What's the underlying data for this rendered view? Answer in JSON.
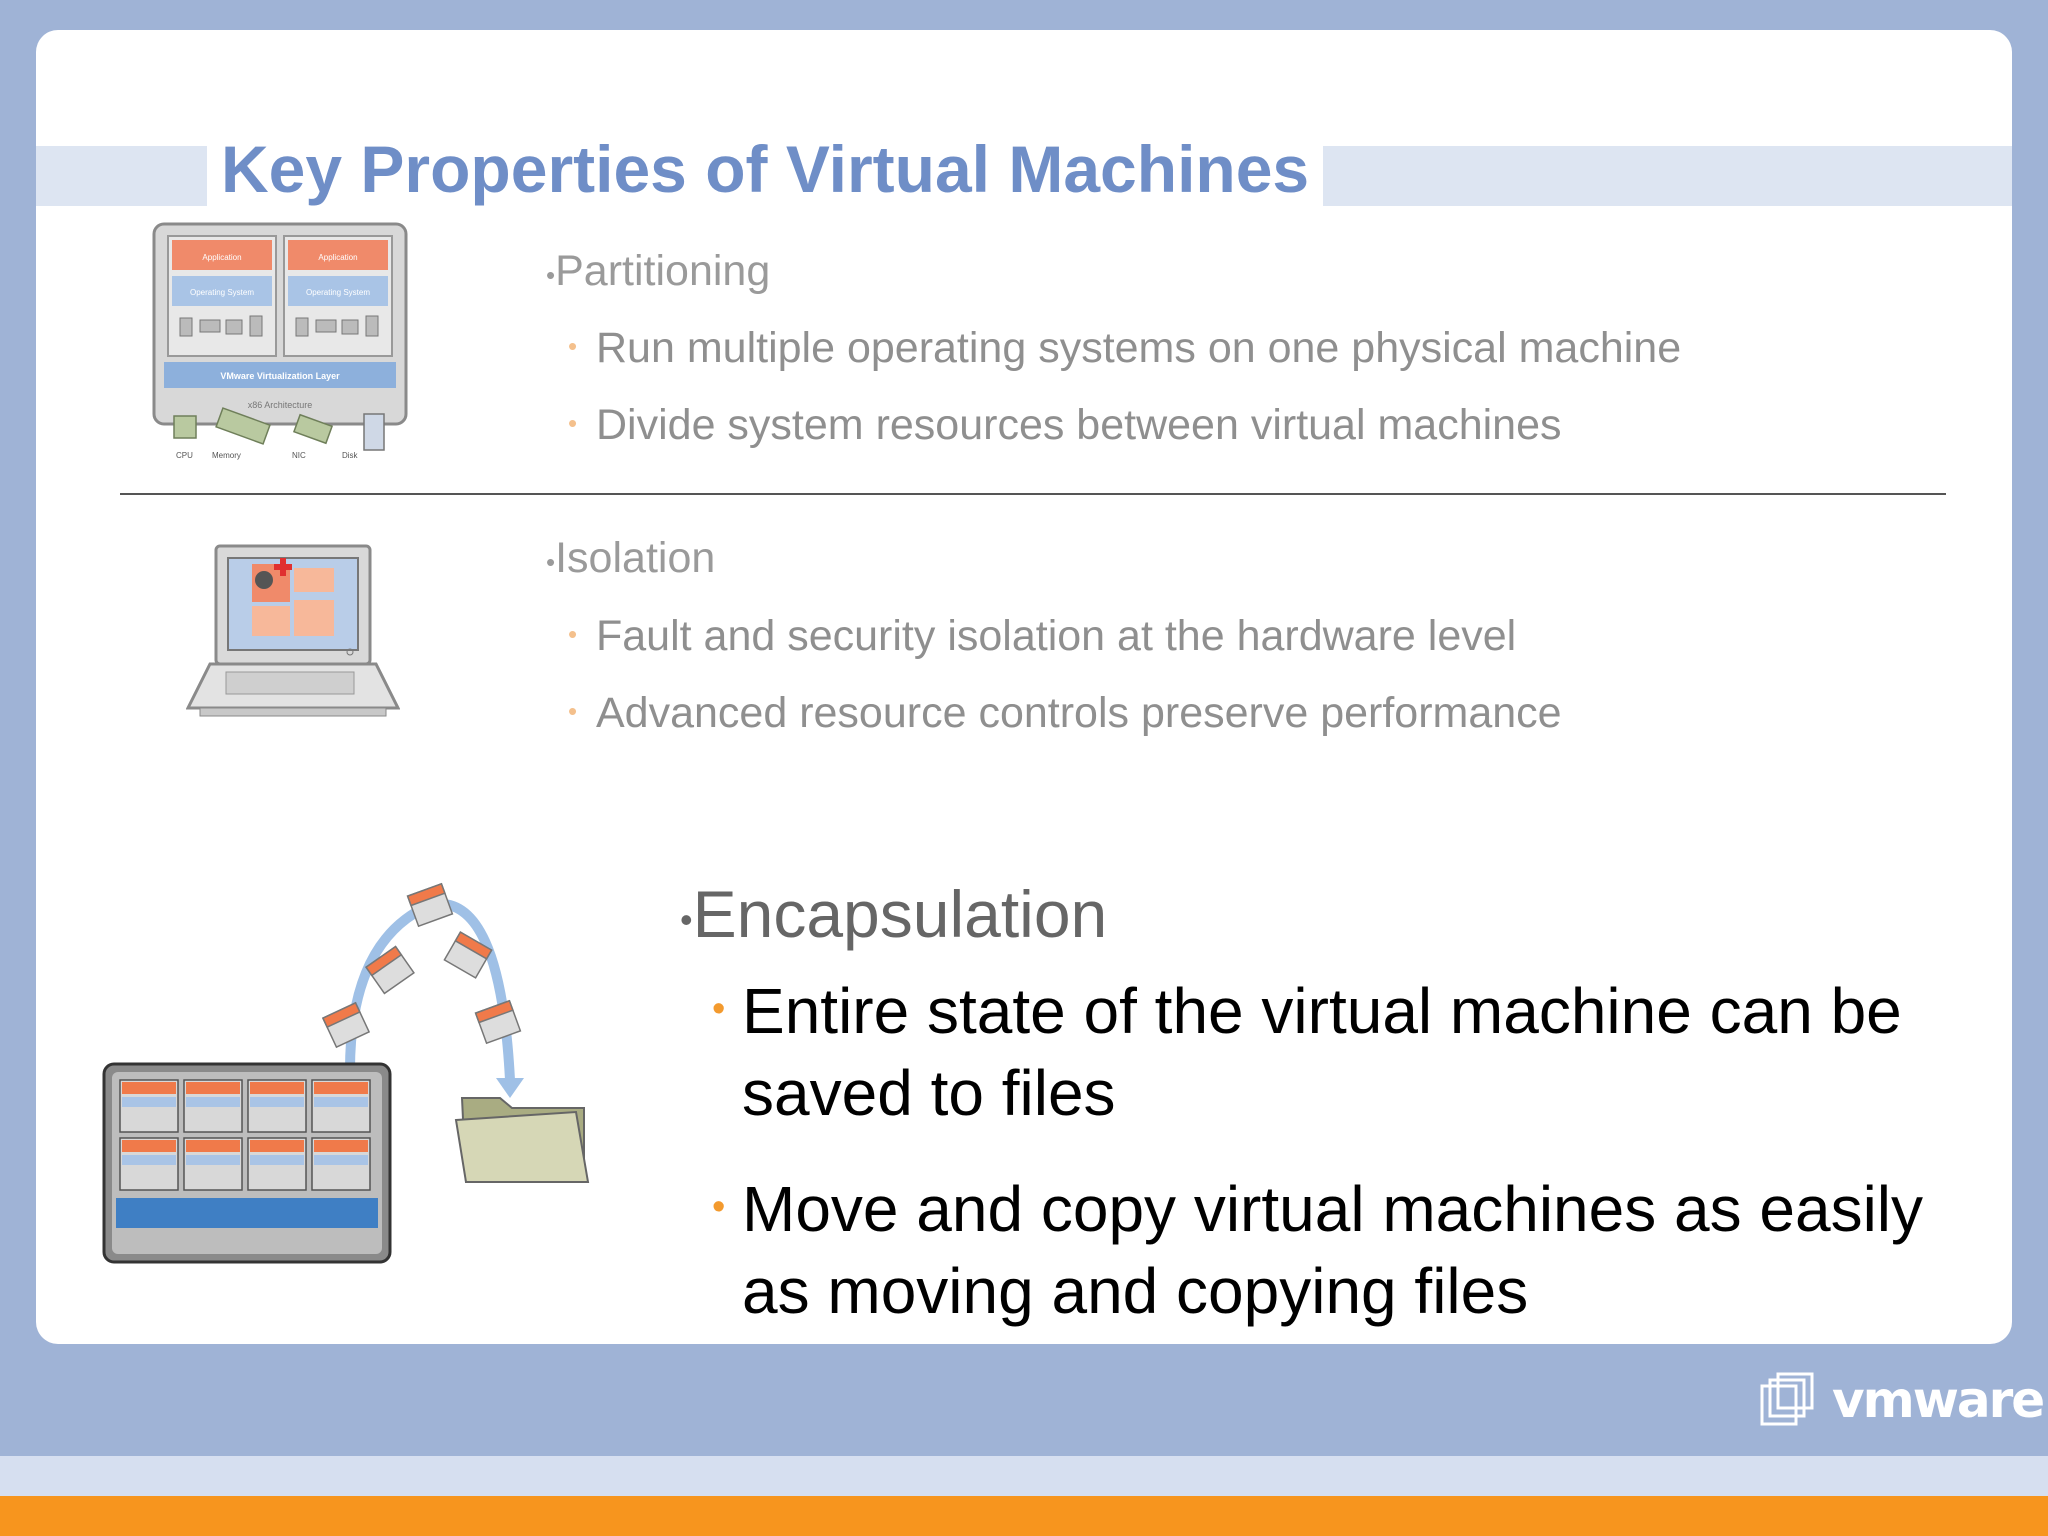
{
  "slide": {
    "title": "Key Properties of Virtual Machines",
    "sections": [
      {
        "heading": "Partitioning",
        "bullets": [
          "Run multiple operating systems on one physical machine",
          "Divide system resources between virtual machines"
        ]
      },
      {
        "heading": "Isolation",
        "bullets": [
          "Fault and security isolation at the hardware level",
          "Advanced resource controls preserve performance"
        ]
      },
      {
        "heading": "Encapsulation",
        "bullets": [
          "Entire state of the virtual machine can be saved to files",
          "Move and copy virtual machines as easily as moving and copying files"
        ]
      }
    ]
  },
  "diagram": {
    "app_label": "Application",
    "os_label": "Operating System",
    "layer_label": "VMware Virtualization Layer",
    "arch_label": "x86 Architecture",
    "hw_labels": [
      "CPU",
      "Memory",
      "NIC",
      "Disk"
    ]
  },
  "logo": {
    "text": "vmware",
    "icon": "vmware-squares-icon"
  },
  "colors": {
    "title": "#6f8ec7",
    "accent_orange": "#f7951e",
    "background": "#9fb3d6"
  }
}
